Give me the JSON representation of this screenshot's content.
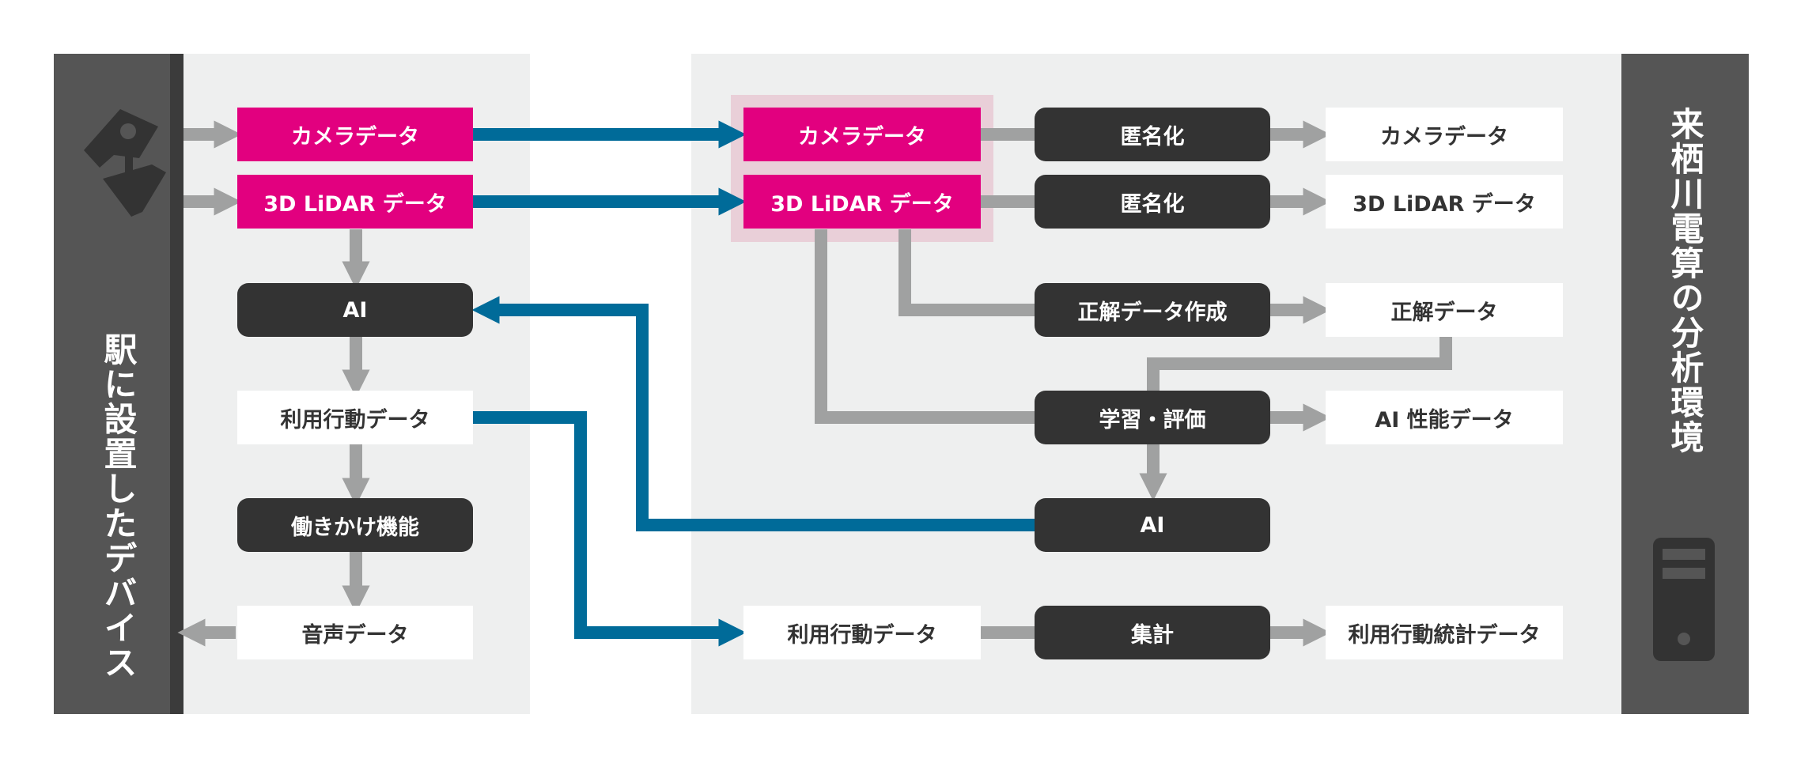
{
  "colors": {
    "data_box": "#e2007f",
    "process_box": "#333333",
    "output_box": "#ffffff",
    "gray_link": "#a0a1a1",
    "blue_link": "#006b99",
    "sidebar": "#555555",
    "panel": "#eeefef"
  },
  "left_sidebar": {
    "title": "駅に設置したデバイス",
    "icon": "security-camera-icon"
  },
  "right_sidebar": {
    "title": "来栖川電算の分析環境",
    "icon": "server-tower-icon"
  },
  "station": {
    "camera_data": "カメラデータ",
    "lidar_data": "3D LiDAR データ",
    "ai": "AI",
    "usage_data": "利用行動データ",
    "prompt_function": "働きかけ機能",
    "audio_data": "音声データ"
  },
  "analysis": {
    "camera_data": "カメラデータ",
    "lidar_data": "3D LiDAR データ",
    "anonymize_camera": "匿名化",
    "anonymize_lidar": "匿名化",
    "anon_camera_out": "カメラデータ",
    "anon_lidar_out": "3D LiDAR データ",
    "ground_truth_create": "正解データ作成",
    "ground_truth_data": "正解データ",
    "train_eval": "学習・評価",
    "ai_performance": "AI 性能データ",
    "ai": "AI",
    "usage_data": "利用行動データ",
    "aggregate": "集計",
    "usage_stats": "利用行動統計データ"
  }
}
